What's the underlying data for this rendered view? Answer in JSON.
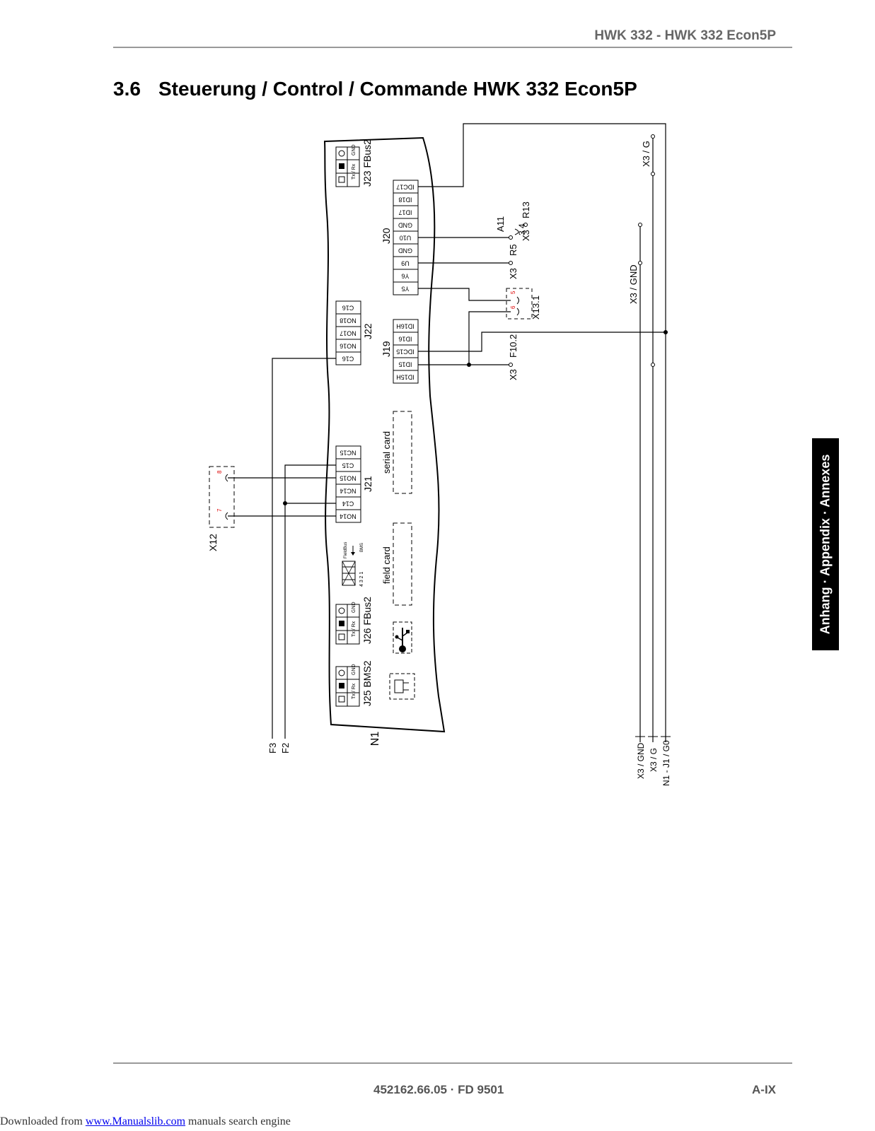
{
  "header": {
    "doc_title": "HWK 332 - HWK 332 Econ5P"
  },
  "section": {
    "number": "3.6",
    "title": "Steuerung / Control / Commande HWK 332 Econ5P"
  },
  "side_tab": {
    "label": "Anhang · Appendix · Annexes"
  },
  "footer": {
    "doc_number": "452162.66.05 · FD 9501",
    "page": "A-IX"
  },
  "download": {
    "prefix": "Downloaded from ",
    "link": "www.Manualslib.com",
    "suffix": " manuals search engine"
  },
  "diagram": {
    "board": "N1",
    "connectors": {
      "j23": {
        "name": "J23 FBus2",
        "pins": [
          "",
          "Tx / Rx",
          "GND"
        ]
      },
      "j26": {
        "name": "J26 FBus2",
        "pins": [
          "",
          "Tx / Rx",
          "GND"
        ]
      },
      "j25": {
        "name": "J25 BMS2",
        "pins": [
          "",
          "Tx / Rx",
          "GND"
        ]
      },
      "j20": {
        "name": "J20",
        "pins": [
          "IDC17",
          "ID18",
          "ID17",
          "GND",
          "U10",
          "GND",
          "U9",
          "Y6",
          "Y5"
        ]
      },
      "j19": {
        "name": "J19",
        "pins": [
          "ID16H",
          "ID16",
          "IDC15",
          "ID15",
          "ID15H"
        ]
      },
      "j22": {
        "name": "J22",
        "pins": [
          "C16",
          "NO18",
          "NO17",
          "NO16",
          "C16"
        ]
      },
      "j21": {
        "name": "J21",
        "pins": [
          "NC15",
          "C15",
          "NO15",
          "NC14",
          "C14",
          "NO14"
        ]
      }
    },
    "cards": {
      "serial": "serial card",
      "field": "field card"
    },
    "dip": {
      "numbers": "4  3  2  1",
      "fieldbus": "FieldBus",
      "bms": "BMS"
    },
    "terminals": {
      "x12": "X12",
      "x12_pin_a": "8",
      "x12_pin_b": "7",
      "x13_1": "X13.1",
      "x13_pin_a": "5",
      "x13_pin_b": "6",
      "a11": "A11",
      "a11_pins": "3  4",
      "r13": "R13",
      "r5": "R5",
      "x3": "X3",
      "f10_2": "F10.2",
      "x3_g_top": "X3 / G",
      "x3_gnd_mid": "X3 / GND",
      "f3": "F3",
      "f2": "F2",
      "bus_gnd": "X3 / GND",
      "bus_g": "X3 / G",
      "bus_g0": "N1 - J1 / G0"
    }
  }
}
